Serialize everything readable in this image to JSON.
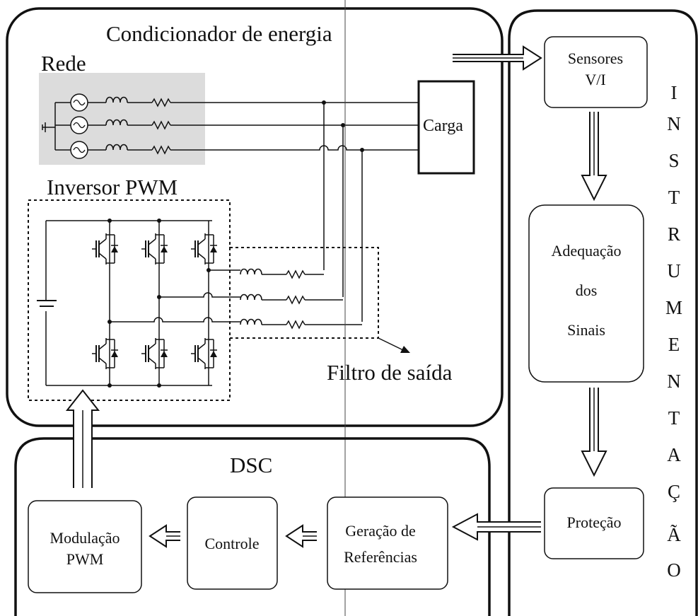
{
  "power_conditioner": {
    "title": "Condicionador de energia",
    "grid_label": "Rede",
    "load_label": "Carga",
    "inverter_label": "Inversor PWM",
    "filter_label": "Filtro de saída"
  },
  "instrumentation": {
    "vertical_label": [
      "I",
      "N",
      "S",
      "T",
      "R",
      "U",
      "M",
      "E",
      "N",
      "T",
      "A",
      "Ç",
      "Ã",
      "O"
    ],
    "sensors": {
      "line1": "Sensores",
      "line2": "V/I"
    },
    "conditioning": {
      "line1": "Adequação",
      "line2": "dos",
      "line3": "Sinais"
    },
    "protection": "Proteção"
  },
  "dsc": {
    "title": "DSC",
    "modulation": {
      "line1": "Modulação",
      "line2": "PWM"
    },
    "control": "Controle",
    "references": {
      "line1": "Geração de",
      "line2": "Referências"
    }
  }
}
